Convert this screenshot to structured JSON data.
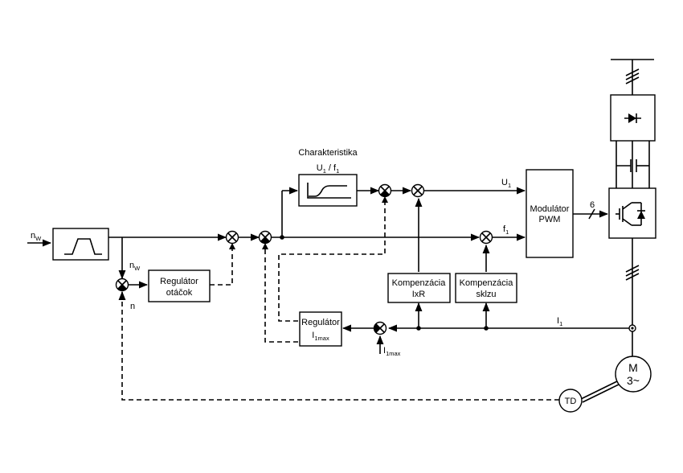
{
  "diagram": {
    "characteristic_title": "Charakteristika",
    "characteristic_formula": {
      "u": "U",
      "u_sub": "1",
      "sep": " / f",
      "f_sub": "1"
    },
    "modulator": {
      "line1": "Modulátor",
      "line2": "PWM"
    },
    "speed_regulator": {
      "line1": "Regulátor",
      "line2": "otáčok"
    },
    "current_regulator": {
      "line1": "Regulátor",
      "line2": "I",
      "line2_sub": "1max"
    },
    "ixr_compensation": {
      "line1": "Kompenzácia",
      "line2": "IxR"
    },
    "slip_compensation": {
      "line1": "Kompenzácia",
      "line2": "sklzu"
    },
    "motor": {
      "line1": "M",
      "line2": "3~"
    },
    "tacho": "TD",
    "signals": {
      "n_w_in": {
        "main": "n",
        "sub": "W"
      },
      "n_w_ref": {
        "main": "n",
        "sub": "W"
      },
      "n_fb": "n",
      "u1": {
        "main": "U",
        "sub": "1"
      },
      "f1": {
        "main": "f",
        "sub": "1"
      },
      "i1": {
        "main": "I",
        "sub": "1"
      },
      "i1max": {
        "main": "I",
        "sub": "1max"
      },
      "pwm_lines": "6"
    }
  }
}
